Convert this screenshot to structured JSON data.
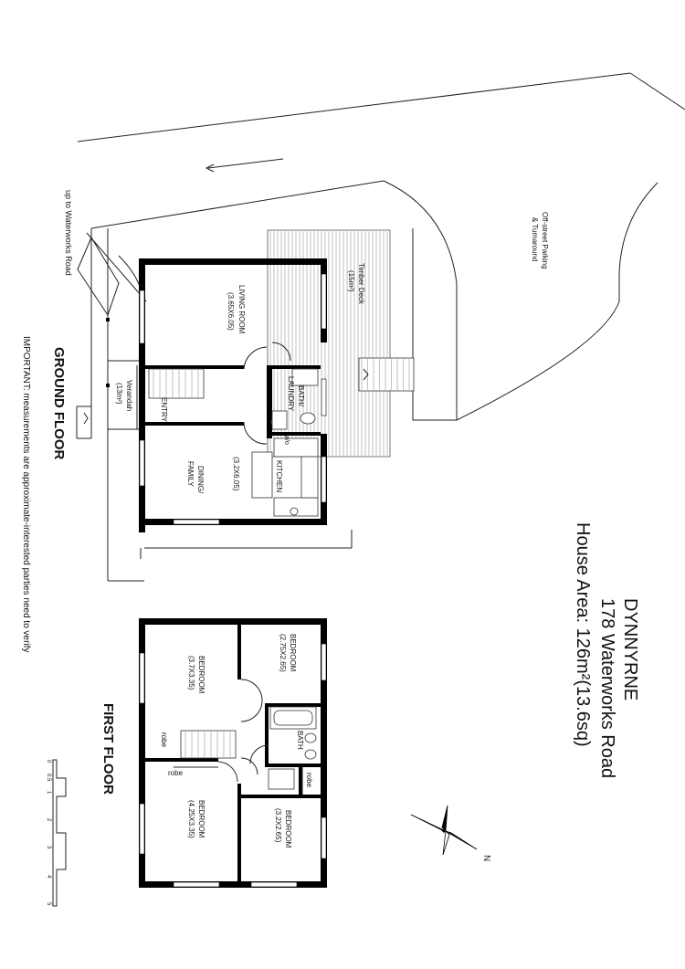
{
  "title": {
    "name": "DYNNYRNE",
    "address": "178 Waterworks Road",
    "area": "House Area: 126m²(13.6sq)"
  },
  "site": {
    "road_note": "up to Waterworks Road",
    "parking": [
      "Off-street Parking",
      "& Turnaround"
    ],
    "deck": [
      "Timber Deck",
      "(15m²)"
    ],
    "verandah": [
      "Verandah",
      "(13m²)"
    ]
  },
  "ground_floor": {
    "heading": "GROUND FLOOR",
    "living": [
      "LIVING ROOM",
      "(3.65X6.05)"
    ],
    "dining": [
      "DINING/",
      "FAMILY"
    ],
    "dining_size": "(3.2X6.05)",
    "kitchen": "KITCHEN",
    "bath": [
      "BATH/",
      "LAUNDRY"
    ],
    "entry": "ENTRY",
    "wo": "w/o"
  },
  "first_floor": {
    "heading": "FIRST FLOOR",
    "bed1": [
      "BEDROOM",
      "(2.75X2.65)"
    ],
    "bed2": [
      "BEDROOM",
      "(3.7X3.35)"
    ],
    "bed3": [
      "BEDROOM",
      "(4.25X3.35)"
    ],
    "bed4": [
      "BEDROOM",
      "(3.2X2.65)"
    ],
    "bath": "BATH",
    "robe_a": "robe",
    "robe_b": "robe",
    "robe_c": "robe"
  },
  "note": "IMPORTANT: measurements are approximate-interested parties need to verify",
  "scale": {
    "ticks": [
      "0",
      "0.5",
      "1",
      "2",
      "3",
      "4",
      "5"
    ]
  },
  "compass": {
    "label": "N"
  }
}
